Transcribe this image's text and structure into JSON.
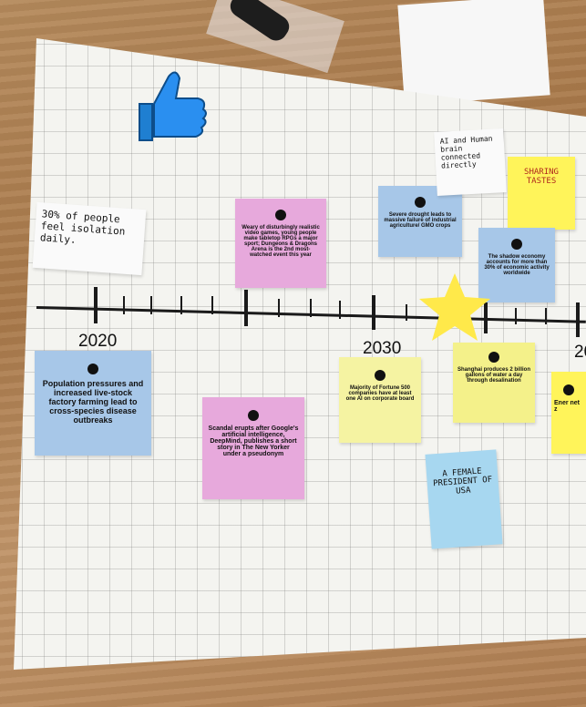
{
  "years": [
    "2020",
    "2030",
    "20"
  ],
  "notes": {
    "pop": "Population pressures and increased live-stock factory farming lead to cross-species disease outbreaks",
    "scandal": "Scandal erupts after Google's artificial intelligence, DeepMind, publishes a short story in The New Yorker under a pseudonym",
    "games": "Weary of disturbingly realistic video games, young people make tabletop RPGs a major sport; Dungeons & Dragons Arena is the 2nd most-watched event this year",
    "drought": "Severe drought leads to massive failure of industrial agriculture/ GMO crops",
    "shadow": "The shadow economy accounts for more than 30% of economic activity worldwide",
    "fortune": "Majority of Fortune 500 companies have at least one AI on corporate board",
    "shanghai": "Shanghai produces 2 billion gallons of water a day through desalination",
    "ener": "Ener net z"
  },
  "handwritten": {
    "isolation": "30% of people feel isolation daily.",
    "brain": "AI and Human brain connected directly",
    "sharing": "SHARING TASTES",
    "president": "A FEMALE PRESIDENT OF USA"
  },
  "colors": {
    "blue": "#a7c7e8",
    "pink": "#e7a9dc",
    "yellow": "#f4f18a",
    "lightyellow": "#f5f3a2",
    "bright": "#fff45a"
  }
}
